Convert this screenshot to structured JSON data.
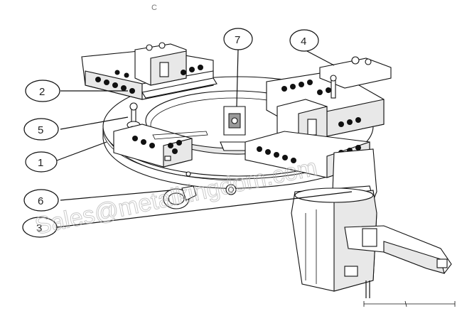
{
  "top_letter": "C",
  "watermark": "Sales@metalkingdom.com",
  "callouts": [
    {
      "id": "1",
      "label": "1"
    },
    {
      "id": "2",
      "label": "2"
    },
    {
      "id": "3",
      "label": "3"
    },
    {
      "id": "4",
      "label": "4"
    },
    {
      "id": "5",
      "label": "5"
    },
    {
      "id": "6",
      "label": "6"
    },
    {
      "id": "7",
      "label": "7"
    }
  ],
  "colors": {
    "line": "#111111",
    "watermark": "#b8b8b8",
    "background": "#ffffff"
  }
}
